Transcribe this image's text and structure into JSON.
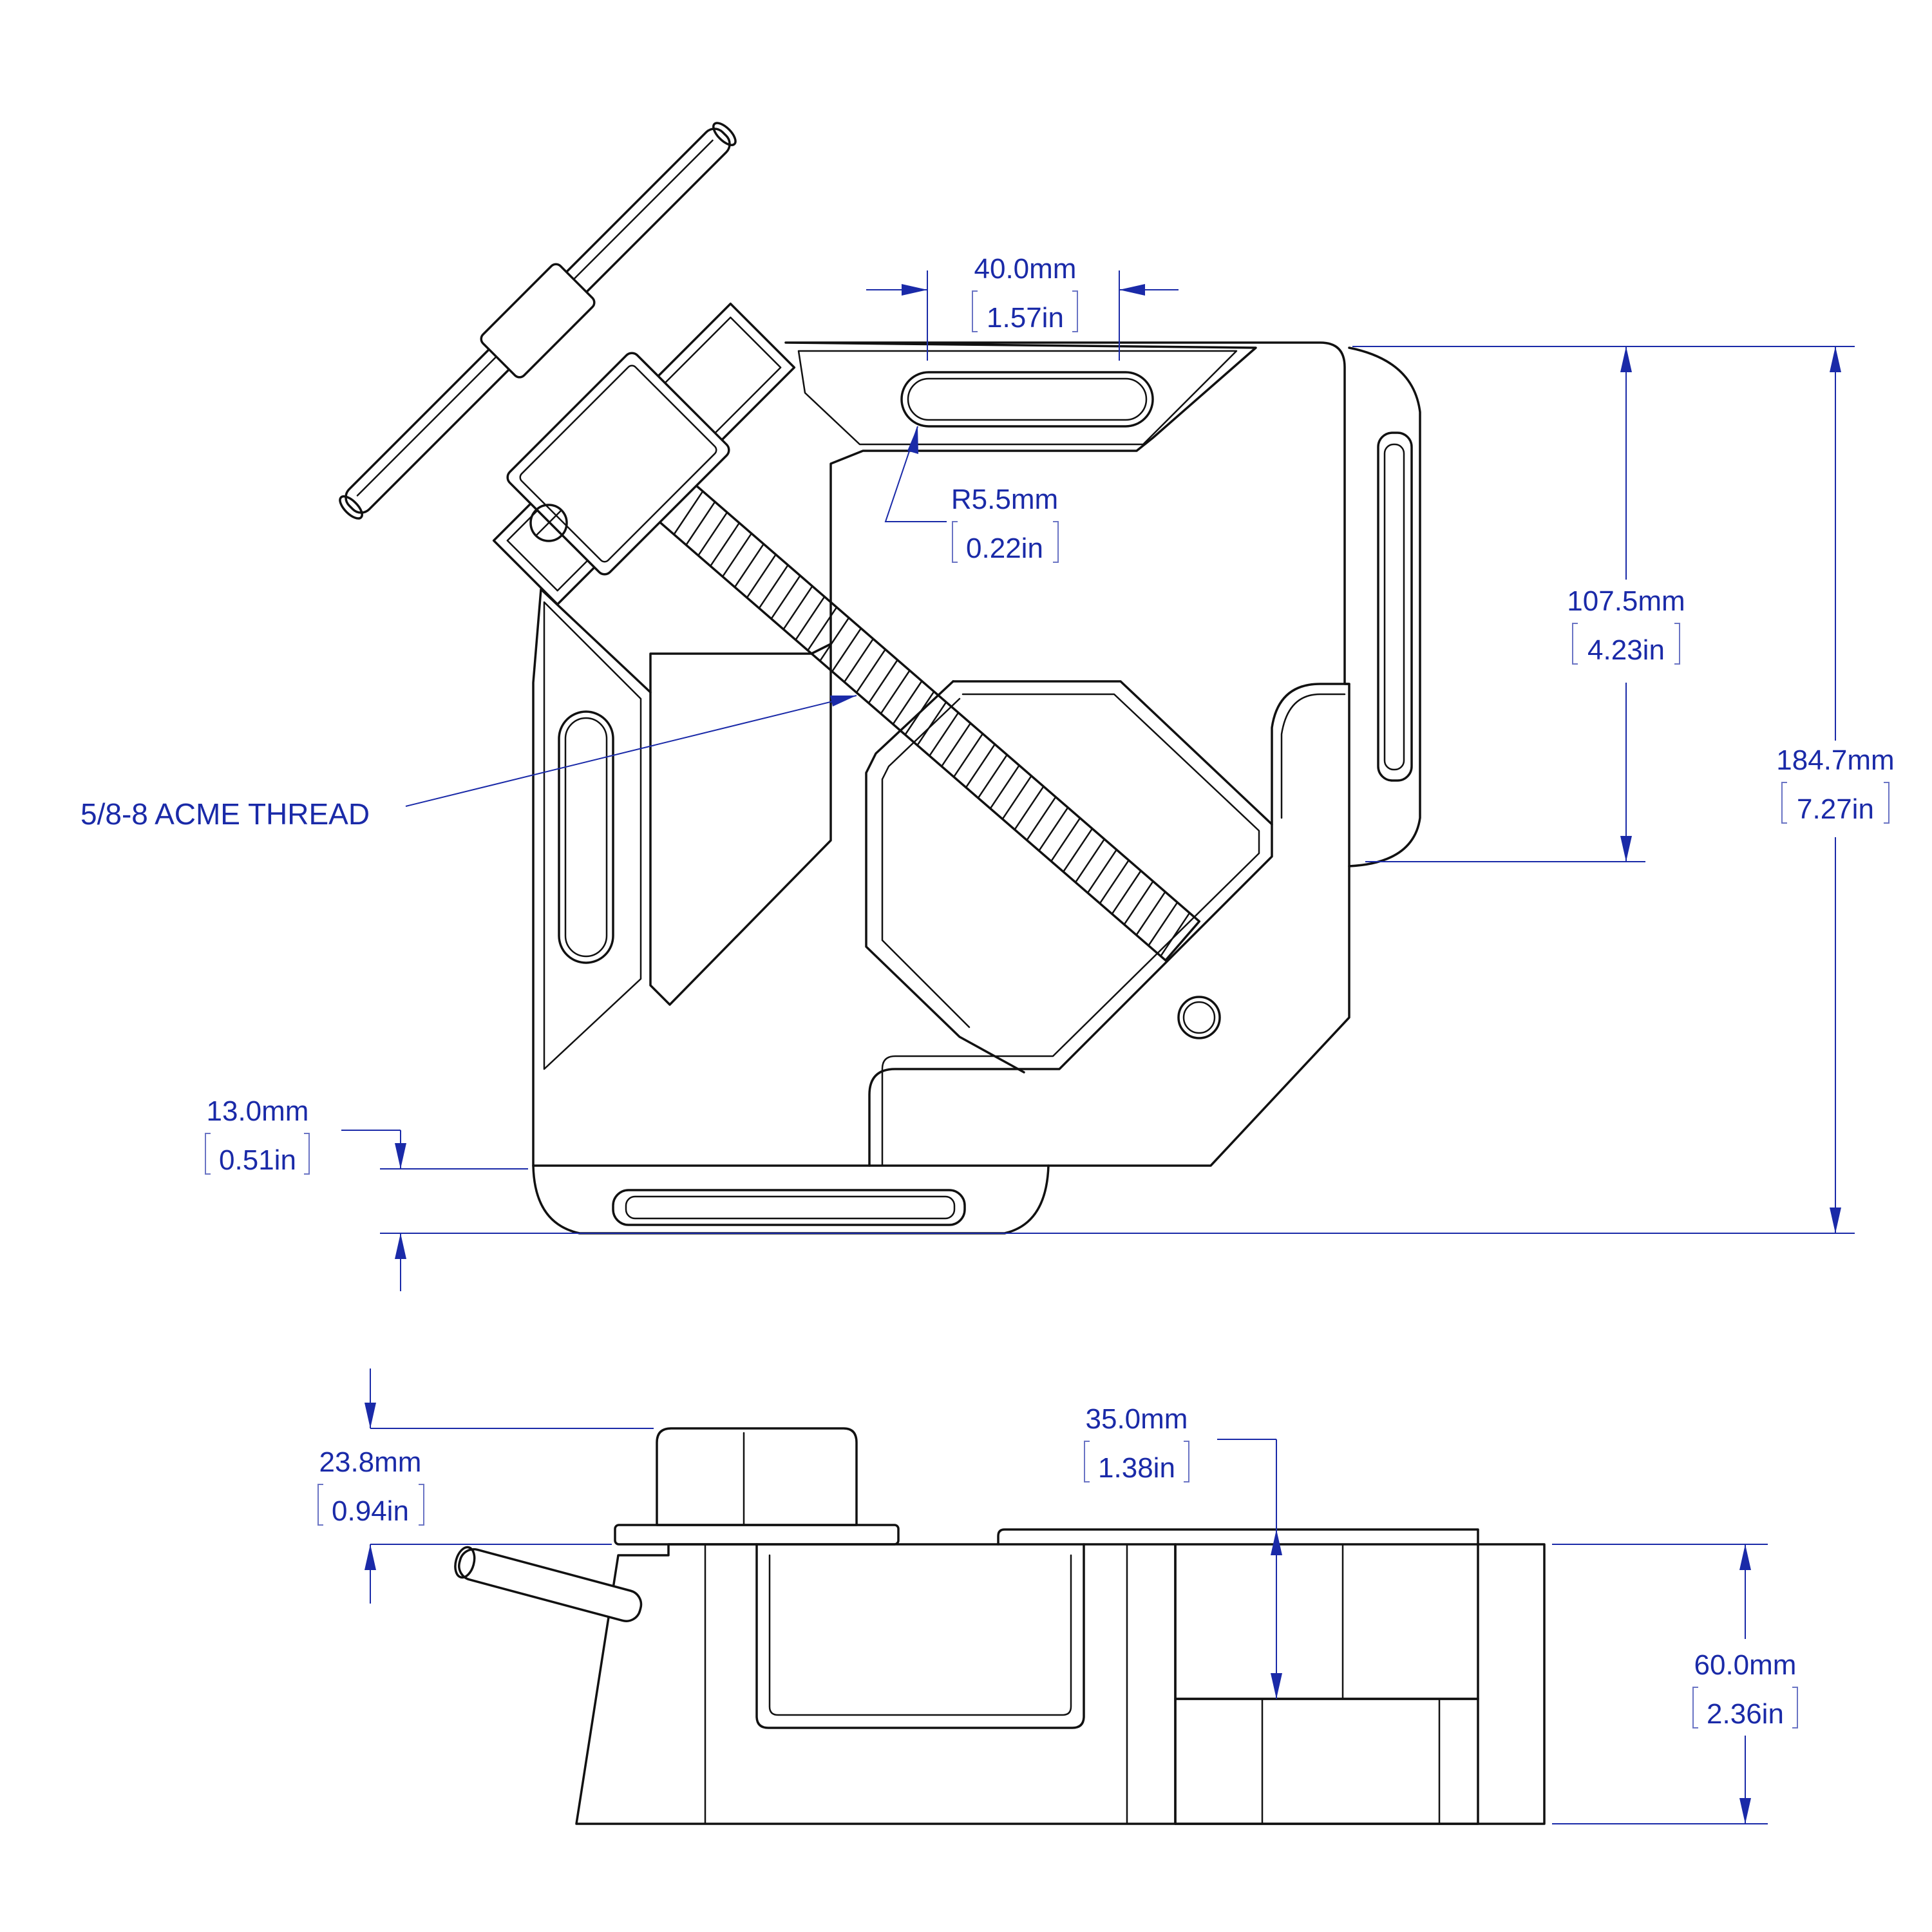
{
  "colors": {
    "dimension": "#1a2aa8",
    "bracket": "#6a74c4",
    "linework": "#111111",
    "background": "#ffffff"
  },
  "dimensions": {
    "slot_width": {
      "metric": "40.0mm",
      "imperial": "1.57in"
    },
    "slot_radius": {
      "metric": "R5.5mm",
      "imperial": "0.22in"
    },
    "jaw_height": {
      "metric": "107.5mm",
      "imperial": "4.23in"
    },
    "overall_height": {
      "metric": "184.7mm",
      "imperial": "7.27in"
    },
    "base_thickness": {
      "metric": "13.0mm",
      "imperial": "0.51in"
    },
    "handle_height": {
      "metric": "23.8mm",
      "imperial": "0.94in"
    },
    "jaw_depth": {
      "metric": "35.0mm",
      "imperial": "1.38in"
    },
    "overall_depth": {
      "metric": "60.0mm",
      "imperial": "2.36in"
    }
  },
  "callouts": {
    "thread": "5/8-8 ACME THREAD"
  }
}
